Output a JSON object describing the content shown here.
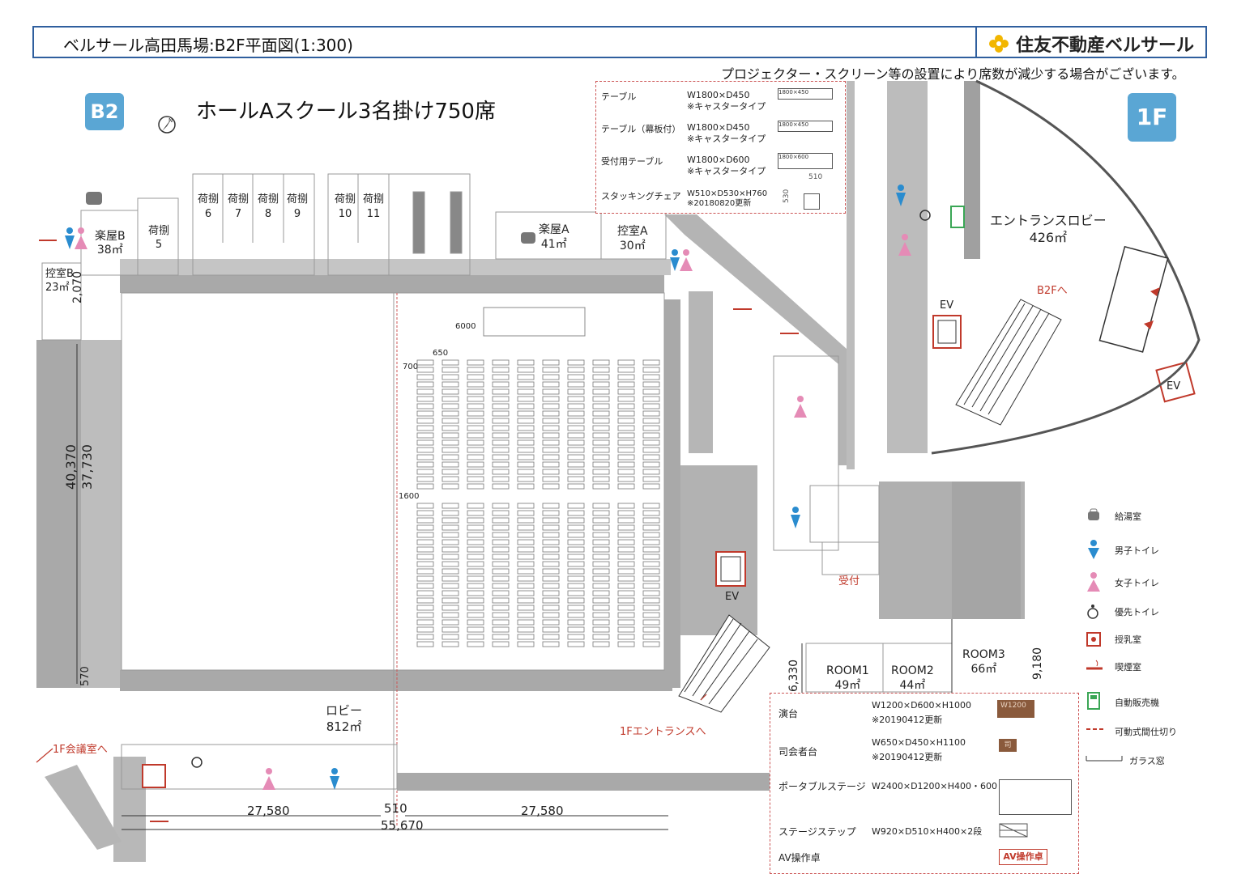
{
  "header": {
    "title": "ベルサール高田馬場:B2F平面図(1:300)",
    "brand": "住友不動産ベルサール"
  },
  "notice": "プロジェクター・スクリーン等の設置により席数が減少する場合がございます。",
  "badges": {
    "b2": "B2",
    "f1": "1F"
  },
  "hall_title": "ホールAスクール3名掛け750席",
  "furniture_table": [
    {
      "name": "テーブル",
      "spec1": "W1800×D450",
      "spec2": "※キャスタータイプ",
      "box": "1800×450"
    },
    {
      "name": "テーブル（幕板付）",
      "spec1": "W1800×D450",
      "spec2": "※キャスタータイプ",
      "box": "1800×450"
    },
    {
      "name": "受付用テーブル",
      "spec1": "W1800×D600",
      "spec2": "※キャスタータイプ",
      "box": "1800×600"
    },
    {
      "name": "スタッキングチェア",
      "spec1": "W510×D530×H760",
      "spec2": "※20180820更新",
      "dim_w": "510",
      "dim_h": "530"
    }
  ],
  "rooms": {
    "gakuya_b": "楽屋B",
    "gakuya_b_area": "38㎡",
    "hikae_b": "控室B",
    "hikae_b_area": "23㎡",
    "nimotsu5": "荷捌",
    "nimotsu5_num": "5",
    "nimotsu6": "荷捌",
    "nimotsu6_num": "6",
    "nimotsu7": "荷捌",
    "nimotsu7_num": "7",
    "nimotsu8": "荷捌",
    "nimotsu8_num": "8",
    "nimotsu9": "荷捌",
    "nimotsu9_num": "9",
    "nimotsu10": "荷捌",
    "nimotsu10_num": "10",
    "nimotsu11": "荷捌",
    "nimotsu11_num": "11",
    "gakuya_a": "楽屋A",
    "gakuya_a_area": "41㎡",
    "hikae_a": "控室A",
    "hikae_a_area": "30㎡",
    "entrance_lobby": "エントランスロビー",
    "entrance_lobby_area": "426㎡",
    "b2f_he": "B2Fへ",
    "ev_1f": "EV",
    "ev_1f_b": "EV",
    "ev_b2": "EV",
    "lobby": "ロビー",
    "lobby_area": "812㎡",
    "uketsuke": "受付",
    "room1": "ROOM1",
    "room1_area": "49㎡",
    "room2": "ROOM2",
    "room2_area": "44㎡",
    "room3": "ROOM3",
    "room3_area": "66㎡",
    "f1_entrance": "1Fエントランスへ",
    "f1_kaigi": "1F会議室へ"
  },
  "dimensions": {
    "d6000": "6000",
    "d650": "650",
    "d700": "700",
    "d1600": "1600",
    "d2070": "2,070",
    "d40370": "40,370",
    "d37730": "37,730",
    "d570": "570",
    "d27580a": "27,580",
    "d510": "510",
    "d27580b": "27,580",
    "d55670": "55,670",
    "d6330": "6,330",
    "d9180": "9,180"
  },
  "equipment_table": [
    {
      "name": "演台",
      "spec1": "W1200×D600×H1000",
      "spec2": "※20190412更新",
      "box": "W1200"
    },
    {
      "name": "司会者台",
      "spec1": "W650×D450×H1100",
      "spec2": "※20190412更新",
      "box": "司"
    },
    {
      "name": "ポータブルステージ",
      "spec1": "W2400×D1200×H400・600",
      "spec2": "",
      "box": ""
    },
    {
      "name": "ステージステップ",
      "spec1": "W920×D510×H400×2段",
      "spec2": "",
      "box": ""
    },
    {
      "name": "AV操作卓",
      "spec1": "",
      "spec2": "",
      "box": "AV操作卓"
    }
  ],
  "legend": [
    {
      "icon": "kettle-icon",
      "label": "給湯室"
    },
    {
      "icon": "male-toilet-icon",
      "label": "男子トイレ"
    },
    {
      "icon": "female-toilet-icon",
      "label": "女子トイレ"
    },
    {
      "icon": "accessible-toilet-icon",
      "label": "優先トイレ"
    },
    {
      "icon": "nursing-room-icon",
      "label": "授乳室"
    },
    {
      "icon": "smoking-room-icon",
      "label": "喫煙室"
    },
    {
      "icon": "vending-machine-icon",
      "label": "自動販売機"
    },
    {
      "icon": "partition-icon",
      "label": "可動式間仕切り"
    },
    {
      "icon": "glass-window-icon",
      "label": "ガラス窓"
    }
  ],
  "colors": {
    "wall": "#a9a9a9",
    "accent_blue": "#2f5f9e",
    "badge": "#5aa6d4",
    "red": "#c0392b",
    "male": "#2a8ccf",
    "female": "#e58bb6",
    "green": "#3aa655"
  }
}
